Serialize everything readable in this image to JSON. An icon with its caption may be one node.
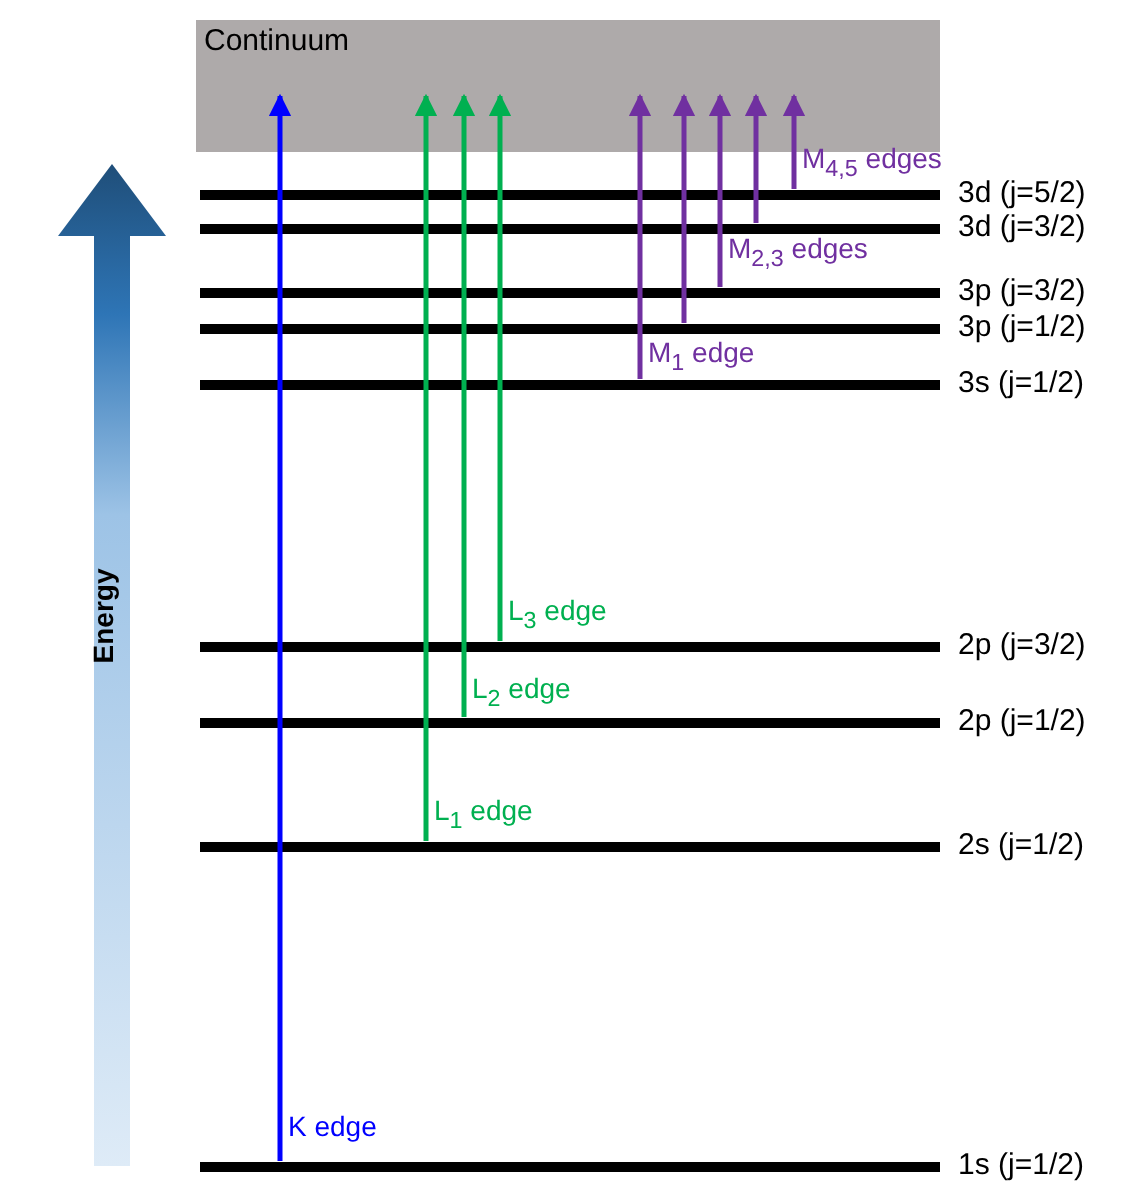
{
  "diagram": {
    "nodes": [
      {
        "text": [
          "Continuum"
        ]
      },
      {
        "text": [],
        "shape": "bar",
        "beside": [
          "3d (j=5/2)"
        ]
      },
      {
        "text": [],
        "shape": "bar",
        "beside": [
          "3d (j=3/2)"
        ]
      },
      {
        "text": [],
        "shape": "bar",
        "beside": [
          "3p (j=3/2)"
        ]
      },
      {
        "text": [],
        "shape": "bar",
        "beside": [
          "3p (j=1/2)"
        ]
      },
      {
        "text": [],
        "shape": "bar",
        "beside": [
          "3s (j=1/2)"
        ]
      },
      {
        "text": [],
        "shape": "bar",
        "beside": [
          "2p (j=3/2)"
        ]
      },
      {
        "text": [],
        "shape": "bar",
        "beside": [
          "2p (j=1/2)"
        ]
      },
      {
        "text": [],
        "shape": "bar",
        "beside": [
          "2s (j=1/2)"
        ]
      },
      {
        "text": [],
        "shape": "bar",
        "beside": [
          "1s (j=1/2)"
        ]
      }
    ],
    "edges": [
      {
        "from": 9,
        "to": 0,
        "arrow": "to",
        "label": "K edge",
        "color": "#0000ff"
      },
      {
        "from": 8,
        "to": 0,
        "arrow": "to",
        "label": "L$_{1}$ edge",
        "color": "#00b050"
      },
      {
        "from": 7,
        "to": 0,
        "arrow": "to",
        "label": "L$_{2}$ edge",
        "color": "#00b050"
      },
      {
        "from": 6,
        "to": 0,
        "arrow": "to",
        "label": "L$_{3}$ edge",
        "color": "#00b050"
      },
      {
        "from": 5,
        "to": 0,
        "arrow": "to",
        "label": "M$_{1}$ edge"
      },
      {
        "from": 4,
        "to": 0,
        "arrow": "to"
      },
      {
        "from": 3,
        "to": 0,
        "arrow": "to",
        "label": "M$_{2,3}$ edges"
      },
      {
        "from": 2,
        "to": 0,
        "arrow": "to"
      },
      {
        "from": 1,
        "to": 0,
        "arrow": "to",
        "label": "M$_{4,5}$ edges"
      }
    ],
    "labels": [
      "Energy"
    ]
  }
}
